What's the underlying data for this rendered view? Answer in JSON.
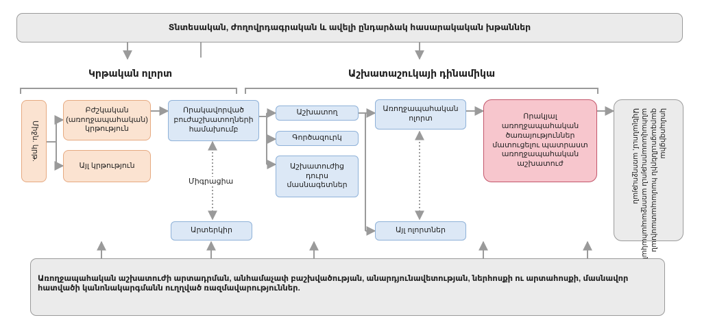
{
  "top_bar": "Տնտեսական, ժողովրդագրական և ավելի ընդարձակ հասարակական խթաններ",
  "headings": {
    "education": "Կրթական ոլորտ",
    "labour": "Աշխատաշուկայի դինամիկա"
  },
  "education": {
    "school": "Միջն. կրթ.",
    "medical": "Բժշկական (առողջապահական) կրթություն",
    "other_edu": "Այլ կրթություն",
    "pool": "Որակավորված բուժաշխատողների համախումբ",
    "migration": "Միգրացիա",
    "abroad": "Արտերկիր"
  },
  "labour": {
    "employed": "Աշխատող",
    "unemployed": "Գործազուրկ",
    "out_of_labour": "Աշխատուժից դուրս մասնագետներ",
    "health_sector": "Առողջապահական ոլորտ",
    "other_sectors": "Այլ ոլորտներ",
    "quality_services": "Որակյալ առողջապահական ծառայություններ մատուցելու պատրաստ առողջապահական աշխատուժ",
    "outcome_lines": [
      "Ավելանում, առողջության",
      "անհավասարություն առողջապահական",
      "զարգացումներին համապատասխան",
      "կոմպոզիցիա"
    ]
  },
  "bottom_bar": "Առողջապահական աշխատուժի արտադրման, անհամաչափ բաշխվածության, անարդյունավետության, ներհոսքի ու արտահոսքի, մասնավոր հատվածի կանոնակարգմանն ուղղված ռազմավարություններ."
}
